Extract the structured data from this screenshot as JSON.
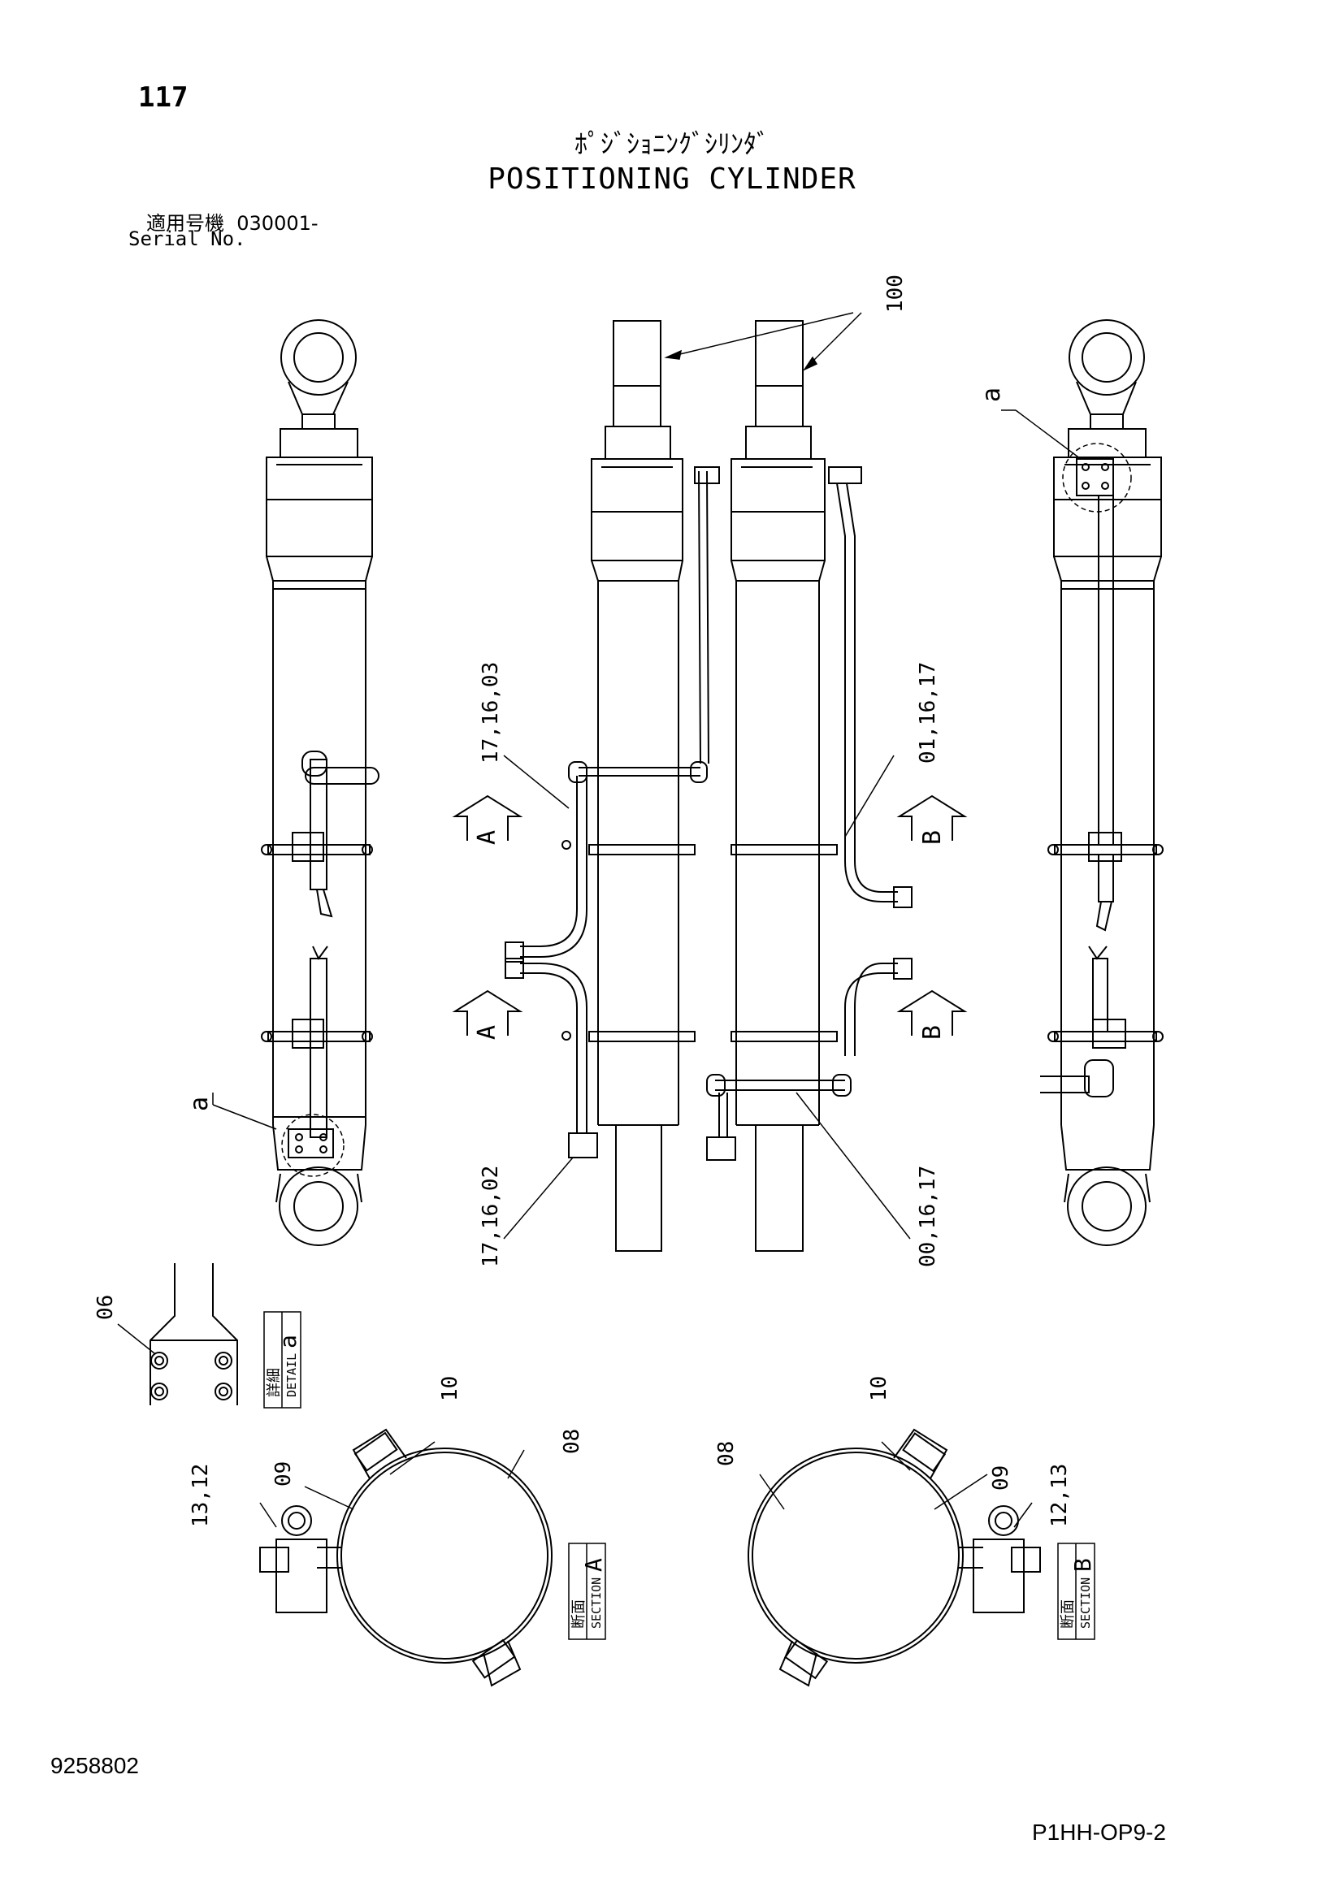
{
  "header": {
    "page_number": "117",
    "title_jp": "ﾎﾟｼﾞｼｮﾆﾝｸﾞｼﾘﾝﾀﾞ",
    "title_en": "POSITIONING CYLINDER",
    "serial_label_jp": "適用号機",
    "serial_value": "030001-",
    "serial_label_en": "Serial No."
  },
  "callouts": {
    "c100": "100",
    "c17_16_03": "17,16,03",
    "c01_16_17": "01,16,17",
    "c17_16_02": "17,16,02",
    "c00_16_17": "00,16,17",
    "c06": "06",
    "c10_left": "10",
    "c08_left": "08",
    "c09_left": "09",
    "c13_12_left": "13,12",
    "c10_right": "10",
    "c08_right": "08",
    "c09_right": "09",
    "c12_13_right": "12,13",
    "detail_ref_top": "a",
    "detail_ref_bottom": "a"
  },
  "view_markers": {
    "a_upper": "A",
    "a_lower": "A",
    "b_upper": "B",
    "b_lower": "B"
  },
  "boxes": {
    "detail": {
      "jp": "詳細",
      "en": "DETAIL",
      "letter": "a"
    },
    "section_a": {
      "jp": "断面",
      "en": "SECTION",
      "letter": "A"
    },
    "section_b": {
      "jp": "断面",
      "en": "SECTION",
      "letter": "B"
    }
  },
  "footer": {
    "doc_number": "9258802",
    "sheet_code": "P1HH-OP9-2"
  }
}
